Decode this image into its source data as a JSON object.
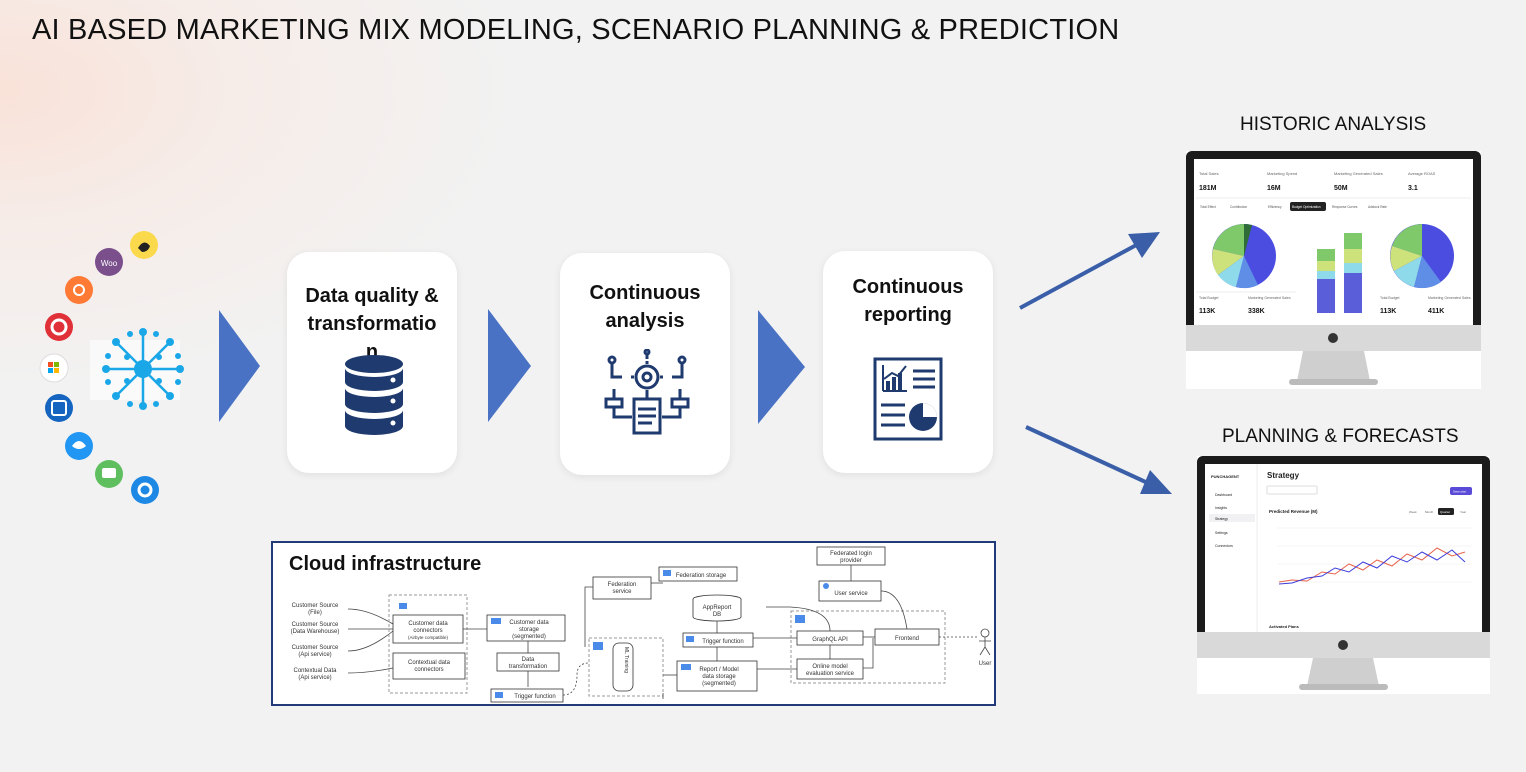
{
  "title": "AI BASED MARKETING MIX MODELING, SCENARIO PLANNING & PREDICTION",
  "steps": [
    {
      "label_line1": "Data quality &",
      "label_line2": "transformatio",
      "label_line3": "n",
      "icon": "database-icon"
    },
    {
      "label_line1": "Continuous",
      "label_line2": "analysis",
      "icon": "process-gear-icon"
    },
    {
      "label_line1": "Continuous",
      "label_line2": "reporting",
      "icon": "report-icon"
    }
  ],
  "outputs": {
    "historic": "HISTORIC ANALYSIS",
    "planning": "PLANNING & FORECASTS"
  },
  "cloud": {
    "title": "Cloud infrastructure",
    "sources": [
      {
        "l1": "Customer Source",
        "l2": "(File)"
      },
      {
        "l1": "Customer Source",
        "l2": "(Data Warehouse)"
      },
      {
        "l1": "Customer Source",
        "l2": "(Api service)"
      },
      {
        "l1": "Contextual Data",
        "l2": "(Api service)"
      }
    ],
    "boxes": {
      "connectors_l1": "Customer data",
      "connectors_l2": "connectors",
      "connectors_l3": "(Airbyte compatible)",
      "contextual_l1": "Contextual data",
      "contextual_l2": "connectors",
      "storage_l1": "Customer data",
      "storage_l2": "storage",
      "storage_l3": "(segmented)",
      "transform_l1": "Data",
      "transform_l2": "transformation",
      "trigger1": "Trigger function",
      "trigger2": "Trigger function",
      "ml": "ML Training",
      "federation_l1": "Federation",
      "federation_l2": "service",
      "fed_storage": "Federation storage",
      "appreport_l1": "AppReport",
      "appreport_l2": "DB",
      "report_storage_l1": "Report / Model",
      "report_storage_l2": "data storage",
      "report_storage_l3": "(segmented)",
      "graphql": "GraphQL API",
      "online_l1": "Online model",
      "online_l2": "evaluation service",
      "frontend": "Frontend",
      "user_service": "User service",
      "login_l1": "Federated login",
      "login_l2": "provider",
      "user": "User"
    }
  },
  "historic_dashboard": {
    "kpis": [
      {
        "label": "Total Sales",
        "value": "181M"
      },
      {
        "label": "Marketing Spend",
        "value": "16M"
      },
      {
        "label": "Marketing Generated Sales",
        "value": "50M"
      },
      {
        "label": "Average ROAS",
        "value": "3.1"
      }
    ],
    "tabs": [
      "Total Effect",
      "Contribution",
      "Efficiency",
      "Budget Optimization",
      "Response Curves",
      "Adstock Rate"
    ],
    "selected_tab": "Budget Optimization",
    "bottom_kpis": [
      {
        "label": "Total Budget",
        "value": "113K"
      },
      {
        "label": "Marketing Generated Sales",
        "value": "338K"
      },
      {
        "label": "Total Budget",
        "value": "113K"
      },
      {
        "label": "Marketing Generated Sales",
        "value": "411K"
      }
    ]
  },
  "planning_dashboard": {
    "brand": "PUNCHAGENT",
    "page_title": "Strategy",
    "chart_title": "Predicted Revenue (M)",
    "subtitle": "Activated Plans",
    "nav": [
      "Dashboard",
      "Insights",
      "Strategy",
      "Settings",
      "Connectors"
    ],
    "ranges": [
      "Week",
      "Month",
      "Quarter",
      "Year"
    ],
    "selected_range": "Quarter",
    "button": "Save plan"
  },
  "colors": {
    "accent": "#3a5fa8",
    "arrow": "#4a72c4",
    "icon": "#1f3a6e",
    "node": "#1aa7e8"
  }
}
